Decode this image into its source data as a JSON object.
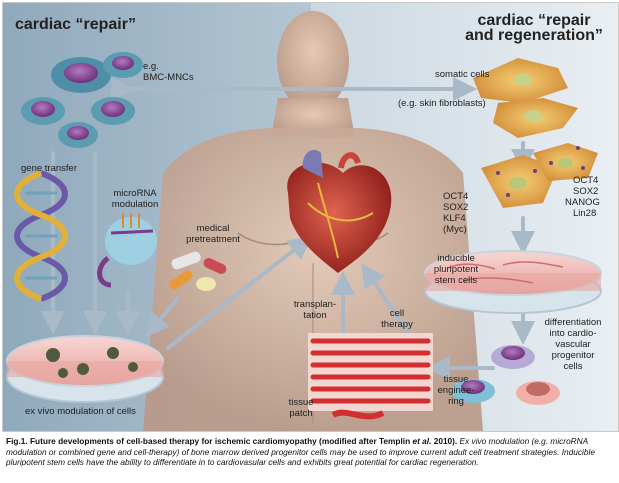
{
  "titles": {
    "left": "cardiac “repair”",
    "right_line1": "cardiac “repair",
    "right_line2": "and regeneration”"
  },
  "labels": {
    "bmc_line1": "e.g.",
    "bmc_line2": "BMC-MNCs",
    "somatic_cells": "somatic cells",
    "skin_fibroblasts": "(e.g. skin fibroblasts)",
    "gene_transfer": "gene transfer",
    "microrna_line1": "microRNA",
    "microrna_line2": "modulation",
    "medical_line1": "medical",
    "medical_line2": "pretreatment",
    "factors_left": [
      "OCT4",
      "SOX2",
      "KLF4",
      "(Myc)"
    ],
    "factors_right": [
      "OCT4",
      "SOX2",
      "NANOG",
      "Lin28"
    ],
    "ips": [
      "inducible",
      "pluripotent",
      "stem cells"
    ],
    "transplantation": [
      "transplan-",
      "tation"
    ],
    "cell_therapy": [
      "cell",
      "therapy"
    ],
    "differentiation": [
      "differentiation",
      "into cardio-",
      "vascular",
      "progenitor",
      "cells"
    ],
    "tissue_engineering": [
      "tissue",
      "enginee-",
      "ring"
    ],
    "tissue_patch": [
      "tissue",
      "patch"
    ],
    "ex_vivo": "ex vivo modulation of cells"
  },
  "caption": {
    "lead": "Fig.1. Future developments of cell-based therapy for ischemic cardiomyopathy (modified after Templin ",
    "etal": "et al.",
    "lead_end": " 2010).",
    "body": " Ex vivo modulation (e.g. microRNA modulation or combined gene and cell-therapy) of bone marrow derived progenitor cells may be used to improve current adult cell treatment strategies. Inducible pluripotent stem cells have the ability to differentiate in to cardiovasular cells and exhibits great potential for cardiac regeneration."
  },
  "colors": {
    "background_left": "#9bb2c3",
    "background_right": "#d9e3ea",
    "arrow": "#a9b9c8",
    "cell_teal": "#5fa9b3",
    "cell_purple": "#8c4a94",
    "fibroblast": "#e0a24a",
    "heart": "#b8362b",
    "dish": "#f0b5b0",
    "tissue": "#cc2b2b"
  }
}
